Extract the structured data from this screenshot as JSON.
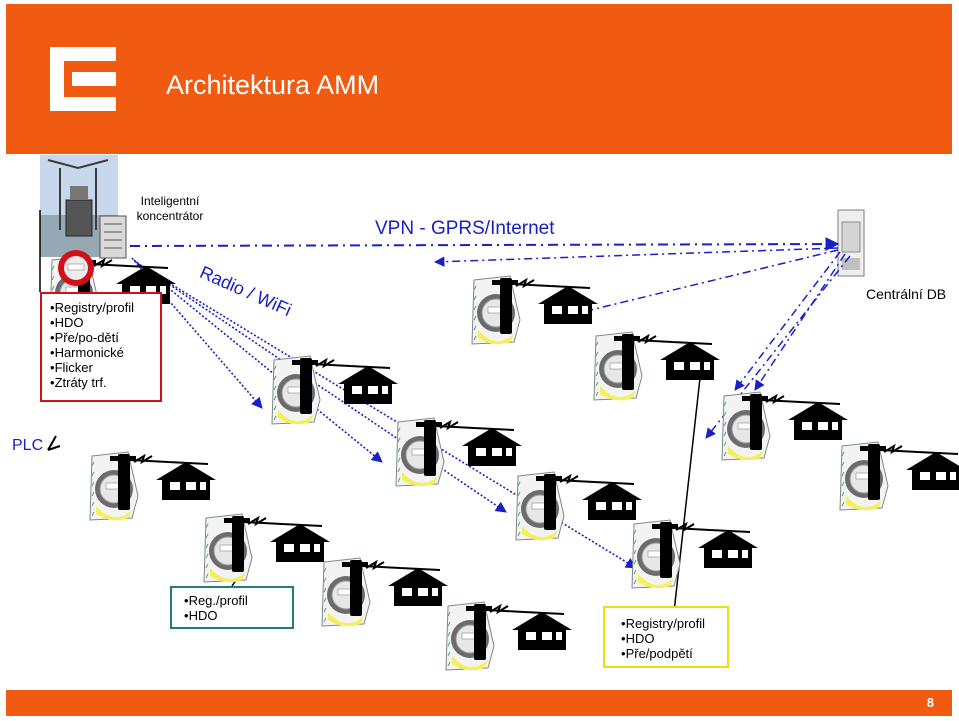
{
  "header": {
    "title": "Architektura AMM"
  },
  "labels": {
    "concentrator": "Inteligentní koncentrátor",
    "vpn": "VPN - GPRS/Internet",
    "radio": "Radio  / WiFi",
    "central_db": "Centrální DB",
    "plc": "PLC"
  },
  "boxes": {
    "left": [
      "Registry/profil",
      "HDO",
      "Pře/po-dětí",
      "Harmonické",
      "Flicker",
      "Ztráty trf."
    ],
    "middle": [
      "Reg./profil",
      "HDO"
    ],
    "right": [
      "Registry/profil",
      "HDO",
      "Pře/podpětí"
    ]
  },
  "footer": {
    "page_number": "8"
  },
  "colors": {
    "brand_orange": "#f05a11",
    "link_blue": "#1a20c8"
  }
}
